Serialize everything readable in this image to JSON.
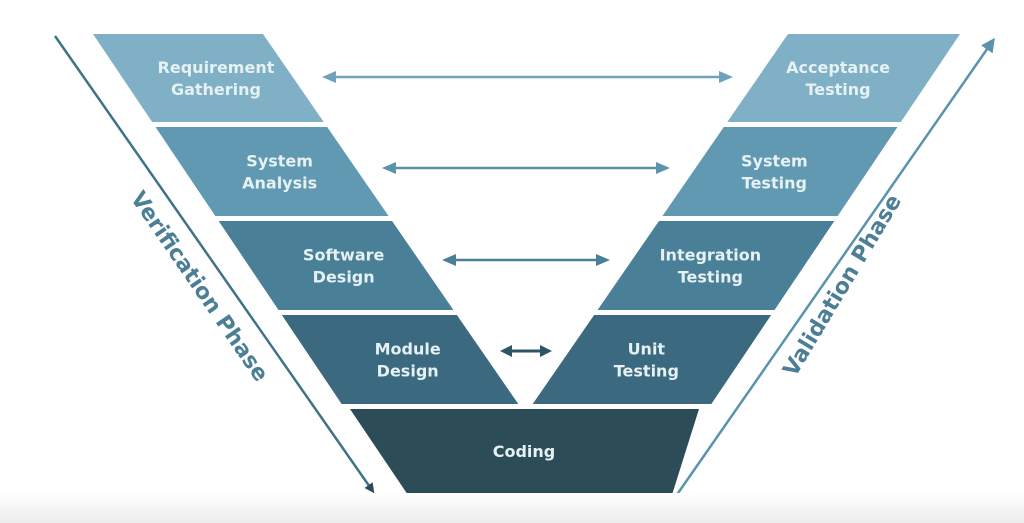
{
  "diagram": {
    "title": "V-Model",
    "verification_phase": {
      "label": "Verification Phase",
      "stages": [
        "Requirement Gathering",
        "System Analysis",
        "Software Design",
        "Module Design"
      ]
    },
    "validation_phase": {
      "label": "Validation Phase",
      "stages": [
        "Acceptance Testing",
        "System Testing",
        "Integration Testing",
        "Unit Testing"
      ]
    },
    "bottom_stage": "Coding",
    "levels": [
      {
        "left": [
          "Requirement",
          "Gathering"
        ],
        "right": [
          "Acceptance",
          "Testing"
        ],
        "color": "#7fb0c6",
        "arrow_color": "#6ea3bb"
      },
      {
        "left": [
          "System",
          "Analysis"
        ],
        "right": [
          "System",
          "Testing"
        ],
        "color": "#6199b2",
        "arrow_color": "#5a93ad"
      },
      {
        "left": [
          "Software",
          "Design"
        ],
        "right": [
          "Integration",
          "Testing"
        ],
        "color": "#4a7f98",
        "arrow_color": "#4a7f98"
      },
      {
        "left": [
          "Module",
          "Design"
        ],
        "right": [
          "Unit",
          "Testing"
        ],
        "color": "#3b6a80",
        "arrow_color": "#2d5566"
      }
    ],
    "coding": {
      "label": "Coding",
      "color": "#2c4c58"
    },
    "phase_line_color": "#4c7f96",
    "connectors": [
      {
        "from": "Requirement Gathering",
        "to": "Acceptance Testing"
      },
      {
        "from": "System Analysis",
        "to": "System Testing"
      },
      {
        "from": "Software Design",
        "to": "Integration Testing"
      },
      {
        "from": "Module Design",
        "to": "Unit Testing"
      }
    ]
  }
}
